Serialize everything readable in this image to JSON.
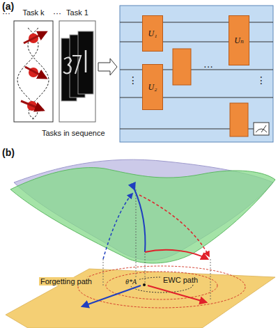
{
  "diagram": {
    "nodes": [
      {
        "text": [
          "Task k"
        ]
      },
      {
        "text": [
          "Task 1"
        ]
      },
      {
        "text": [
          "U₁"
        ]
      },
      {
        "text": [
          "U₂"
        ]
      },
      {
        "text": [
          "Uₙ"
        ]
      }
    ],
    "labels": [
      "(a)",
      "···",
      "···",
      "Tasks in sequence",
      "⋮",
      "···",
      "⋮",
      "(b)",
      "Forgetting path",
      "EWC path",
      "θ*A"
    ]
  }
}
